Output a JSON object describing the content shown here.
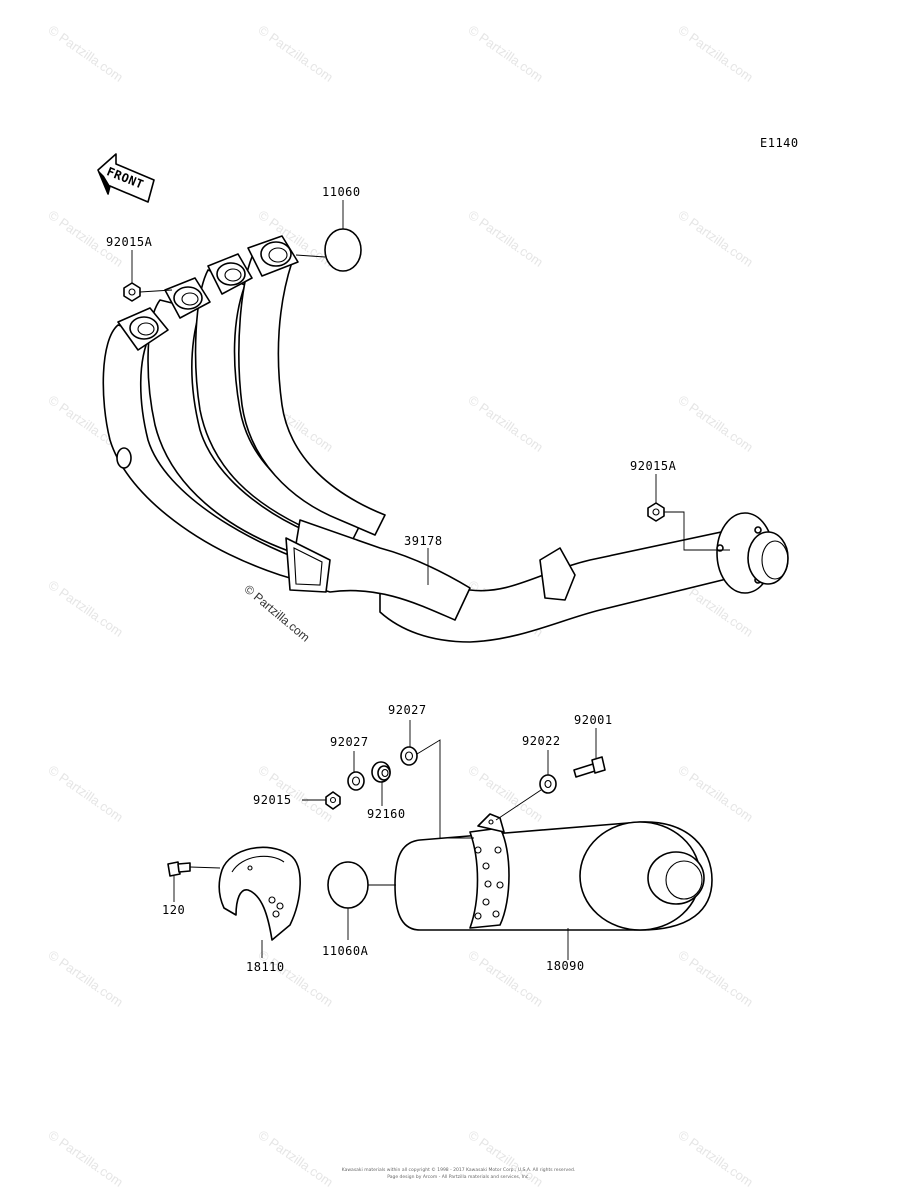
{
  "diagram": {
    "code": "E1140",
    "front_label": "FRONT",
    "watermark": "© Partzilla.com",
    "footer": [
      "Kawasaki materials within all copyright © 1998 - 2017 Kawasaki Motor Corp., U.S.A. All rights reserved.",
      "Page design by Arcom - All Partzilla materials and services, Inc."
    ],
    "labels": {
      "p11060": "11060",
      "p92015a_top": "92015A",
      "p92015a_right": "92015A",
      "p39178": "39178",
      "p92027_top": "92027",
      "p92027_left": "92027",
      "p92001": "92001",
      "p92022": "92022",
      "p92015": "92015",
      "p92160": "92160",
      "p120": "120",
      "p18110": "18110",
      "p11060a": "11060A",
      "p18090": "18090"
    }
  }
}
